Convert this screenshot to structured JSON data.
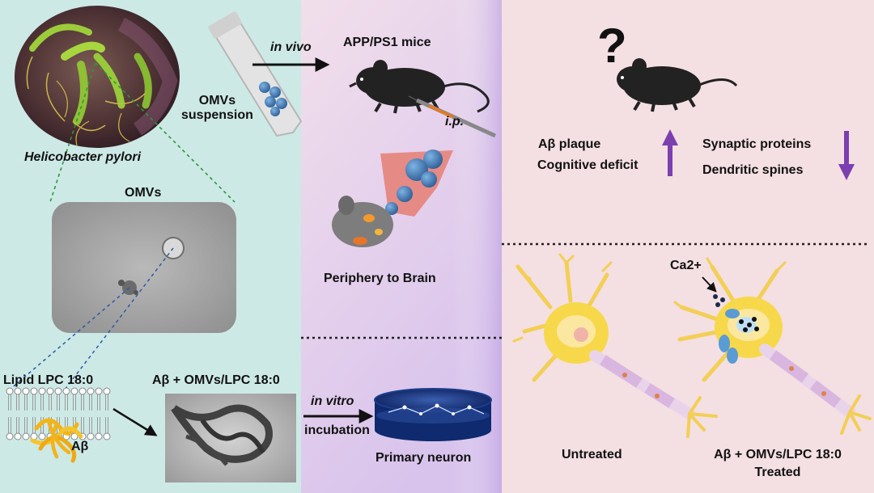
{
  "colors": {
    "panel_left": "#cfeae7",
    "panel_middle_top": "#f1dcea",
    "panel_middle_bottom": "#d9c4ec",
    "panel_right": "#f4dfe2",
    "arrow_purple": "#7b3fb0",
    "vesicle_blue": "#3f79b4",
    "neuron_yellow": "#f7d84a",
    "amyloid_orange": "#f2b31b"
  },
  "left": {
    "bacterium_label": "Helicobacter pylori",
    "omvs_label": "OMVs",
    "lipid_label": "Lipid LPC 18:0",
    "abeta_label": "Aβ",
    "complex_label": "Aβ + OMVs/LPC 18:0"
  },
  "middle": {
    "suspension_label": "OMVs\nsuspension",
    "in_vivo_label": "in vivo",
    "mice_label": "APP/PS1 mice",
    "ip_label": "i.p.",
    "brain_label": "Periphery to Brain",
    "in_vitro_label": "in vitro",
    "incubation_label": "incubation",
    "neuron_label": "Primary neuron"
  },
  "right": {
    "question_mark": "?",
    "up_line1": "Aβ plaque",
    "up_line2": "Cognitive deficit",
    "down_line1": "Synaptic proteins",
    "down_line2": "Dendritic spines",
    "ca_label": "Ca2+",
    "untreated_label": "Untreated",
    "treated_line1": "Aβ + OMVs/LPC 18:0",
    "treated_line2": "Treated"
  }
}
